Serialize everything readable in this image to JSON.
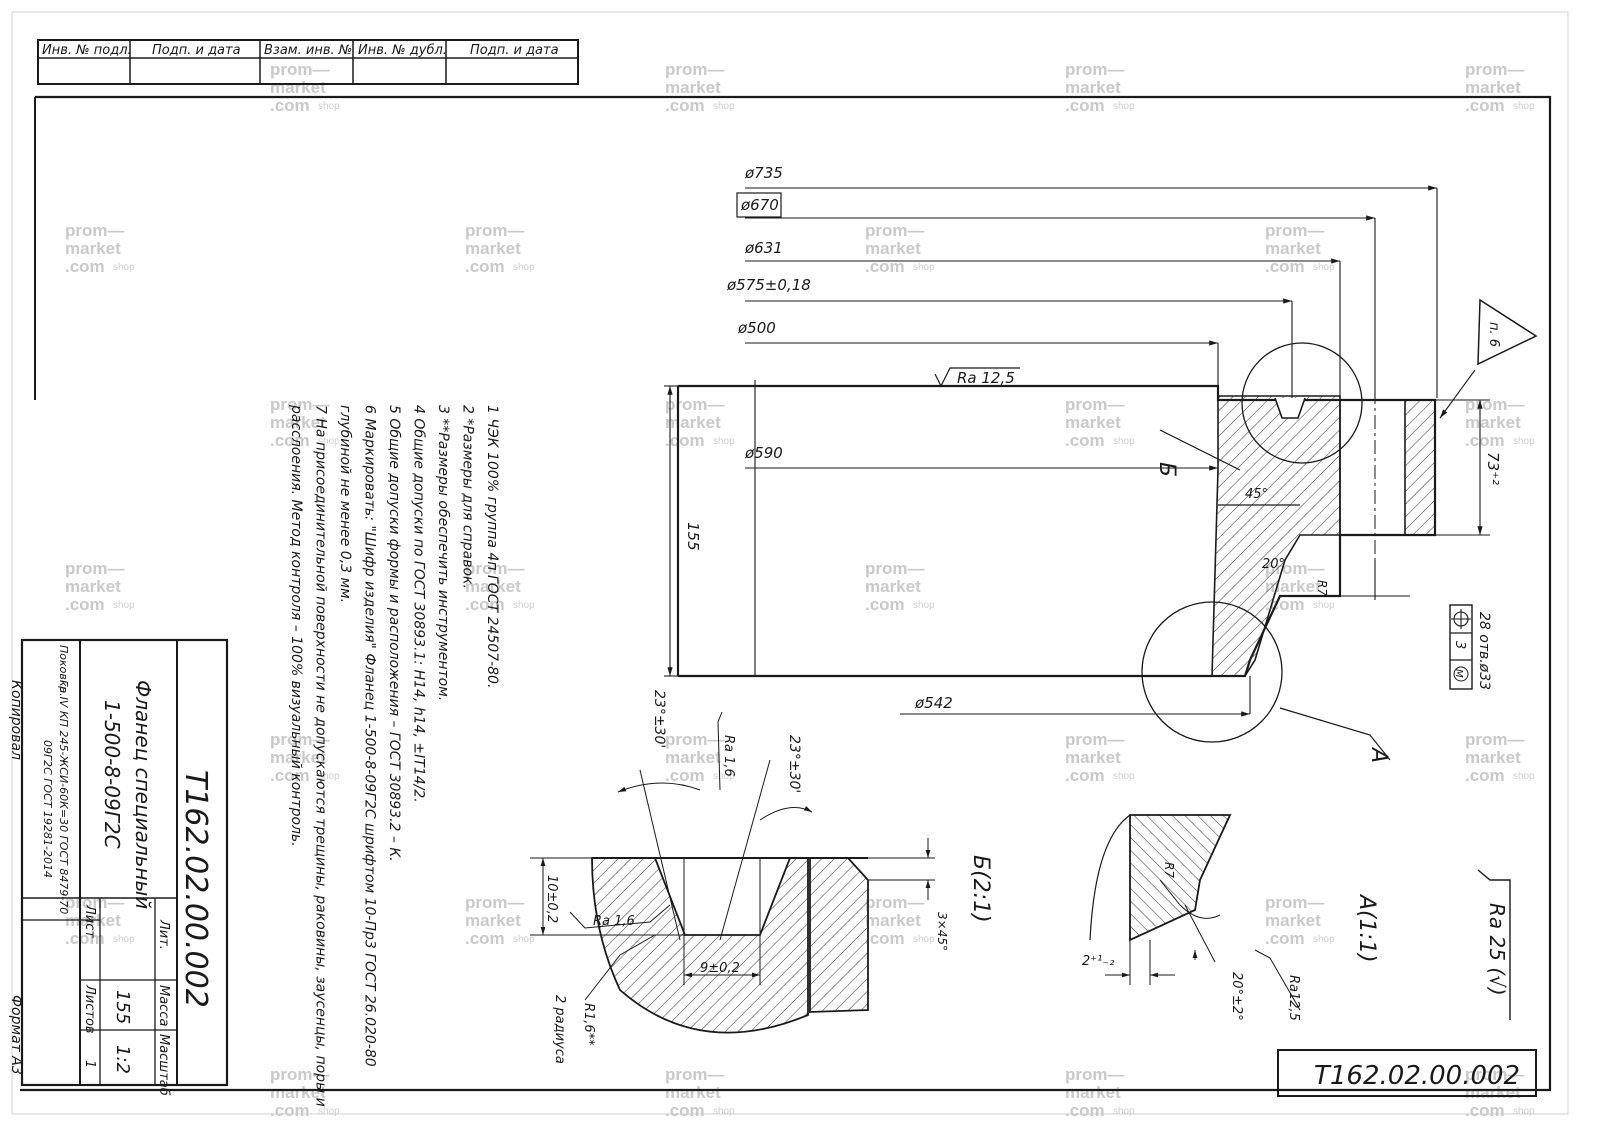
{
  "stamp": {
    "headers": [
      "Инв. № подл.",
      "Подп. и дата",
      "Взам. инв. №",
      "Инв. № дубл.",
      "Подп. и дата"
    ]
  },
  "dims": {
    "d735": "ø735",
    "d670": "ø670",
    "d631": "ø631",
    "d575": "ø575±0,18",
    "d500": "ø500",
    "d590": "ø590",
    "d542": "ø542",
    "h155": "155",
    "h73": "73⁺²",
    "ra_top": "Ra 12,5",
    "angle45": "45°",
    "angle20": "20°",
    "r7": "R7",
    "holes": "28 отв.ø33",
    "pos_tol": "3",
    "pos_mod": "M",
    "flag": "п. 6",
    "label_b": "Б",
    "label_a": "А"
  },
  "view_b": {
    "title": "Б(2:1)",
    "ang_left": "23°±30'",
    "ang_right": "23°±30'",
    "ra_top": "Ra 1,6",
    "ra_left": "Ra 1,6",
    "depth": "10±0,2",
    "width": "9±0,2",
    "chamfer": "3×45°",
    "radius": "R1,6**",
    "radius_note": "2 радиуса"
  },
  "view_a": {
    "title": "А(1:1)",
    "r7": "R7",
    "dim_2": "2⁺¹₋₂",
    "angle": "20°±2°",
    "ra": "Ra12,5"
  },
  "rough_general": "Ra 25 (√)",
  "notes": [
    "1  ЧЭК 100% группа 4п ГОСТ 24507-80.",
    "2  *Размеры для справок.",
    "3  **Размеры обеспечить инструментом.",
    "4  Общие допуски по ГОСТ 30893.1: H14, h14, ±IT14/2.",
    "5  Общие допуски формы и расположения – ГОСТ 30893.2 – К.",
    "6  Маркировать: \"Шифр изделия\" Фланец 1-500-8-09Г2С шрифтом 10-Пр3 ГОСТ 26.020-80",
    "глубиной не менее 0,3 мм.",
    "7  На присоединительной поверхности не допускаются трещины, раковины, заусенцы, поры и",
    "расслоения. Метод контроля – 100% визуальный контроль."
  ],
  "title_block": {
    "code": "Т162.02.00.002",
    "name1": "Фланец специальный",
    "name2": "1-500-8-09Г2С",
    "material_label": "Поковка",
    "material1": "Гр.IV КП 245-ЖСИ-60К=30 ГОСТ 8479-70",
    "material2": "09Г2С ГОСТ 19281-2014",
    "lit_label": "Лит.",
    "mass_label": "Масса",
    "scale_label": "Масштаб",
    "mass": "155",
    "scale": "1:2",
    "sheet_label": "Лист",
    "sheets_label": "Листов",
    "sheets": "1"
  },
  "corner_code": "Т162.02.00.002",
  "footer": {
    "copied": "Копировал",
    "format": "Формат  А3"
  },
  "watermark": {
    "l1": "prom—",
    "l2": "market",
    "l3": ".com",
    "l4": "shop"
  }
}
